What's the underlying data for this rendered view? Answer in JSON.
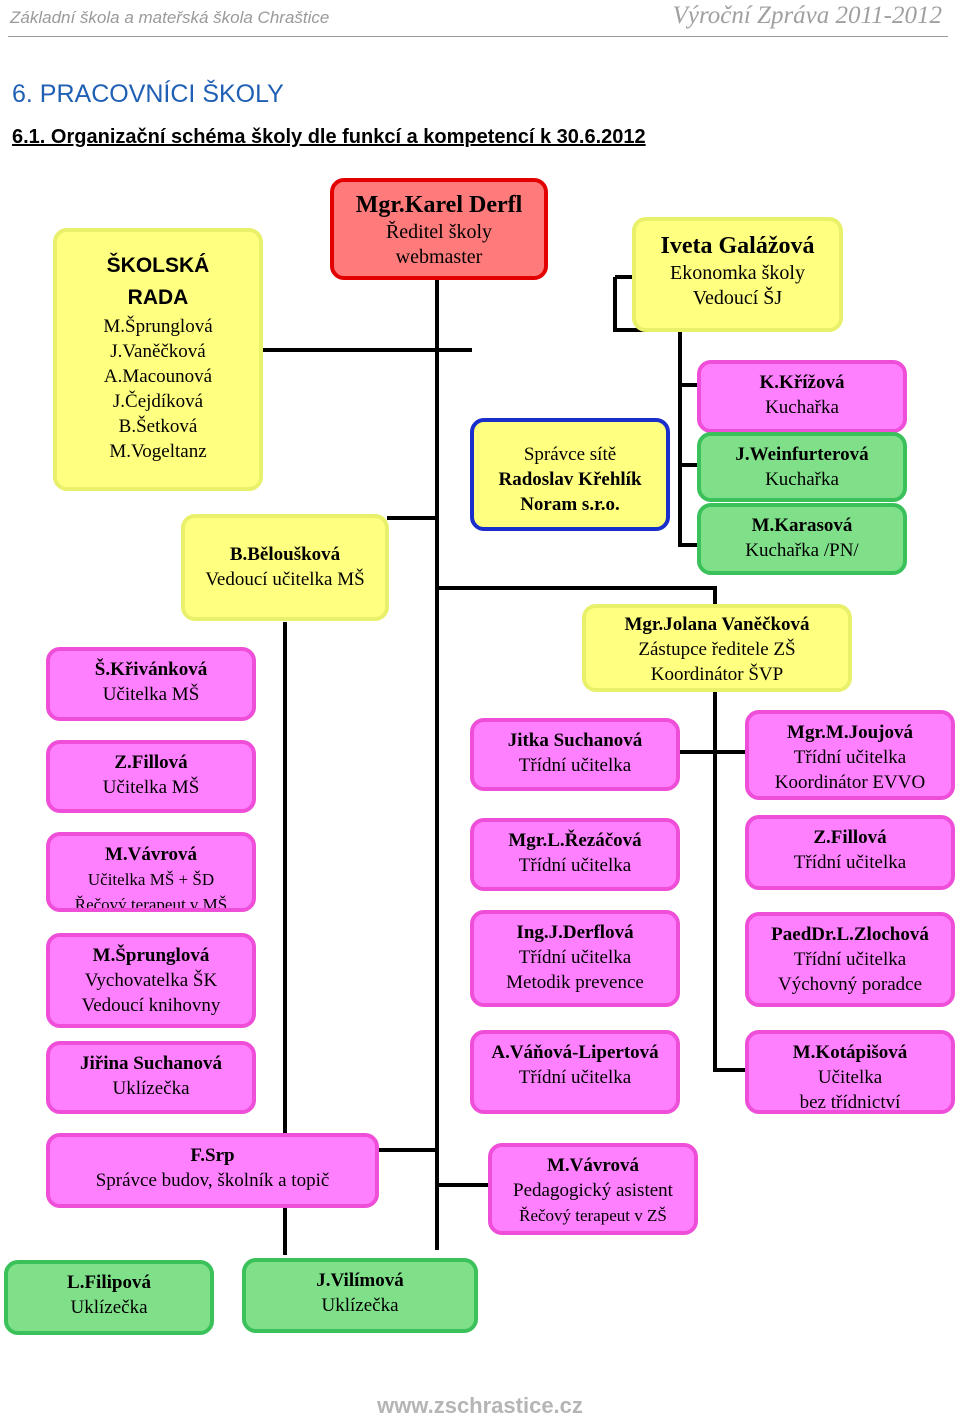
{
  "header": {
    "school": "Základní škola a mateřská škola Chraštice",
    "report": "Výroční Zpráva 2011-2012"
  },
  "headings": {
    "section": "6. PRACOVNÍCI ŠKOLY",
    "subsection": "6.1. Organizační schéma školy dle funkcí a kompetencí k 30.6.2012"
  },
  "boxes": {
    "skolska_rada": {
      "title1": "ŠKOLSKÁ",
      "title2": "RADA",
      "members": [
        "M.Šprunglová",
        "J.Vaněčková",
        "A.Macounová",
        "J.Čejdíková",
        "B.Šetková",
        "M.Vogeltanz"
      ]
    },
    "reditel": {
      "name": "Mgr.Karel Derfl",
      "role1": "Ředitel školy",
      "role2": "webmaster"
    },
    "ekonomka": {
      "name": "Iveta Galážová",
      "role1": "Ekonomka školy",
      "role2": "Vedoucí ŠJ"
    },
    "spravce_site": {
      "line1": "Správce sítě",
      "line2": "Radoslav Křehlík",
      "line3": "Noram s.r.o."
    },
    "krizova": {
      "name": "K.Křížová",
      "role": "Kuchařka"
    },
    "weinfurterova": {
      "name": "J.Weinfurterová",
      "role": "Kuchařka"
    },
    "karasova": {
      "name": "M.Karasová",
      "role": "Kuchařka /PN/"
    },
    "belouskova": {
      "name": "B.Běloušková",
      "role": "Vedoucí učitelka MŠ"
    },
    "vaneckova": {
      "name": "Mgr.Jolana Vaněčková",
      "role1": "Zástupce ředitele ZŠ",
      "role2": "Koordinátor ŠVP"
    },
    "krivankova": {
      "name": "Š.Křivánková",
      "role": "Učitelka MŠ"
    },
    "fillova_ms": {
      "name": "Z.Fillová",
      "role": "Učitelka MŠ"
    },
    "vavrova_ms": {
      "name": "M.Vávrová",
      "role1": "Učitelka MŠ + ŠD",
      "role2": "Řečový terapeut v MŠ"
    },
    "sprunglova": {
      "name": "M.Šprunglová",
      "role1": "Vychovatelka ŠK",
      "role2": "Vedoucí knihovny"
    },
    "j_suchanova_ukl": {
      "name": "Jiřina Suchanová",
      "role": "Uklízečka"
    },
    "jitka_suchanova": {
      "name": "Jitka Suchanová",
      "role": "Třídní učitelka"
    },
    "rezacova": {
      "name": "Mgr.L.Řezáčová",
      "role": "Třídní učitelka"
    },
    "derflova": {
      "name": "Ing.J.Derflová",
      "role1": "Třídní učitelka",
      "role2": "Metodik prevence"
    },
    "vanova": {
      "name": "A.Váňová-Lipertová",
      "role": "Třídní učitelka"
    },
    "joujova": {
      "name": "Mgr.M.Joujová",
      "role1": "Třídní učitelka",
      "role2": "Koordinátor EVVO"
    },
    "fillova_zs": {
      "name": "Z.Fillová",
      "role": "Třídní učitelka"
    },
    "zlochova": {
      "name": "PaedDr.L.Zlochová",
      "role1": "Třídní učitelka",
      "role2": "Výchovný poradce"
    },
    "kotapisova": {
      "name": "M.Kotápišová",
      "role1": "Učitelka",
      "role2": "bez třídnictví"
    },
    "srp": {
      "name": "F.Srp",
      "role": "Správce budov, školník a topič"
    },
    "vavrova_zs": {
      "name": "M.Vávrová",
      "role1": "Pedagogický asistent",
      "role2": "Řečový terapeut v ZŠ"
    },
    "filipova": {
      "name": "L.Filipová",
      "role": "Uklízečka"
    },
    "vilimova": {
      "name": "J.Vilímová",
      "role": "Uklízečka"
    }
  },
  "footer": "www.zschrastice.cz",
  "colors": {
    "yellow_fill": "#ffff80",
    "red_fill": "#ff7b7b",
    "pink_fill": "#ff80ff",
    "green_fill": "#80e08a",
    "blue_border": "#1a2ecc",
    "heading_blue": "#1f5fb4"
  }
}
